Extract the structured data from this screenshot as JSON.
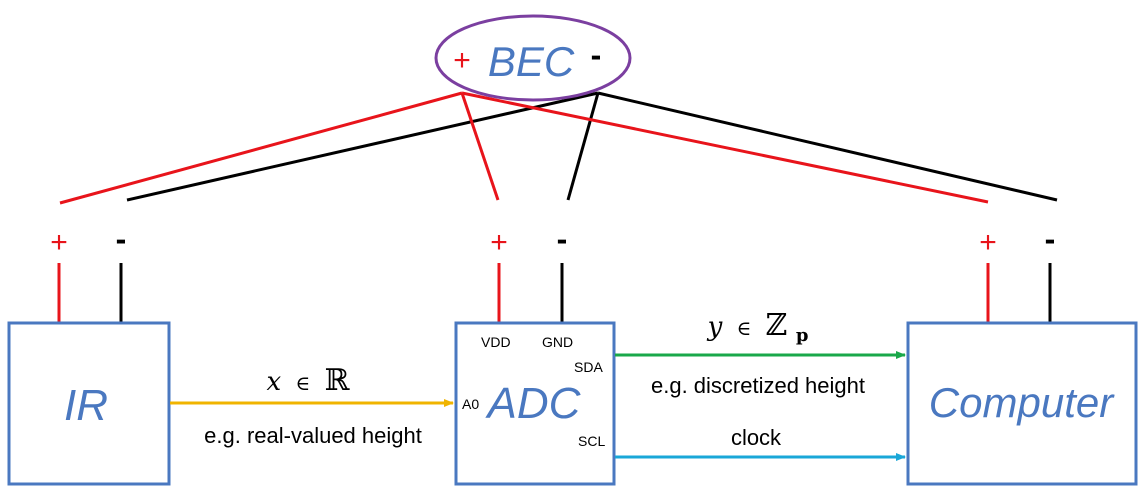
{
  "nodes": {
    "bec": {
      "label": "BEC",
      "plus": "+",
      "minus": "-"
    },
    "ir": {
      "label": "IR",
      "plus": "+",
      "minus": "-"
    },
    "adc": {
      "label": "ADC",
      "plus": "+",
      "minus": "-",
      "pins": {
        "vdd": "VDD",
        "gnd": "GND",
        "sda": "SDA",
        "scl": "SCL",
        "a0": "A0"
      }
    },
    "computer": {
      "label": "Computer",
      "plus": "+",
      "minus": "-"
    }
  },
  "edges": {
    "ir_to_adc": {
      "math_var": "x",
      "math_op": "∈",
      "math_set": "ℝ",
      "caption": "e.g. real-valued height",
      "color": "#f0b400"
    },
    "adc_to_computer_data": {
      "math_var": "y",
      "math_op": "∈",
      "math_set": "ℤ",
      "math_sub": "p",
      "caption": "e.g. discretized height",
      "color": "#1aa84a"
    },
    "adc_to_computer_clock": {
      "caption": "clock",
      "color": "#1aa7d8"
    }
  },
  "colors": {
    "box": "#4a78c0",
    "label": "#4a78c0",
    "bec_ellipse": "#7b3fa0",
    "positive": "#e8141b",
    "negative": "#000000"
  }
}
